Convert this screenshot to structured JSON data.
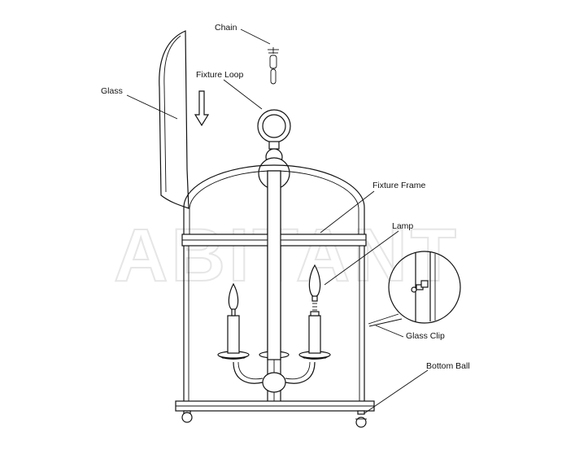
{
  "watermark": "ABITANT",
  "labels": {
    "chain": "Chain",
    "fixture_loop": "Fixture Loop",
    "glass": "Glass",
    "fixture_frame": "Fixture Frame",
    "lamp": "Lamp",
    "glass_clip": "Glass Clip",
    "bottom_ball": "Bottom Ball"
  },
  "colors": {
    "line": "#111111",
    "background": "#ffffff",
    "watermark": "#e6e6e6"
  }
}
